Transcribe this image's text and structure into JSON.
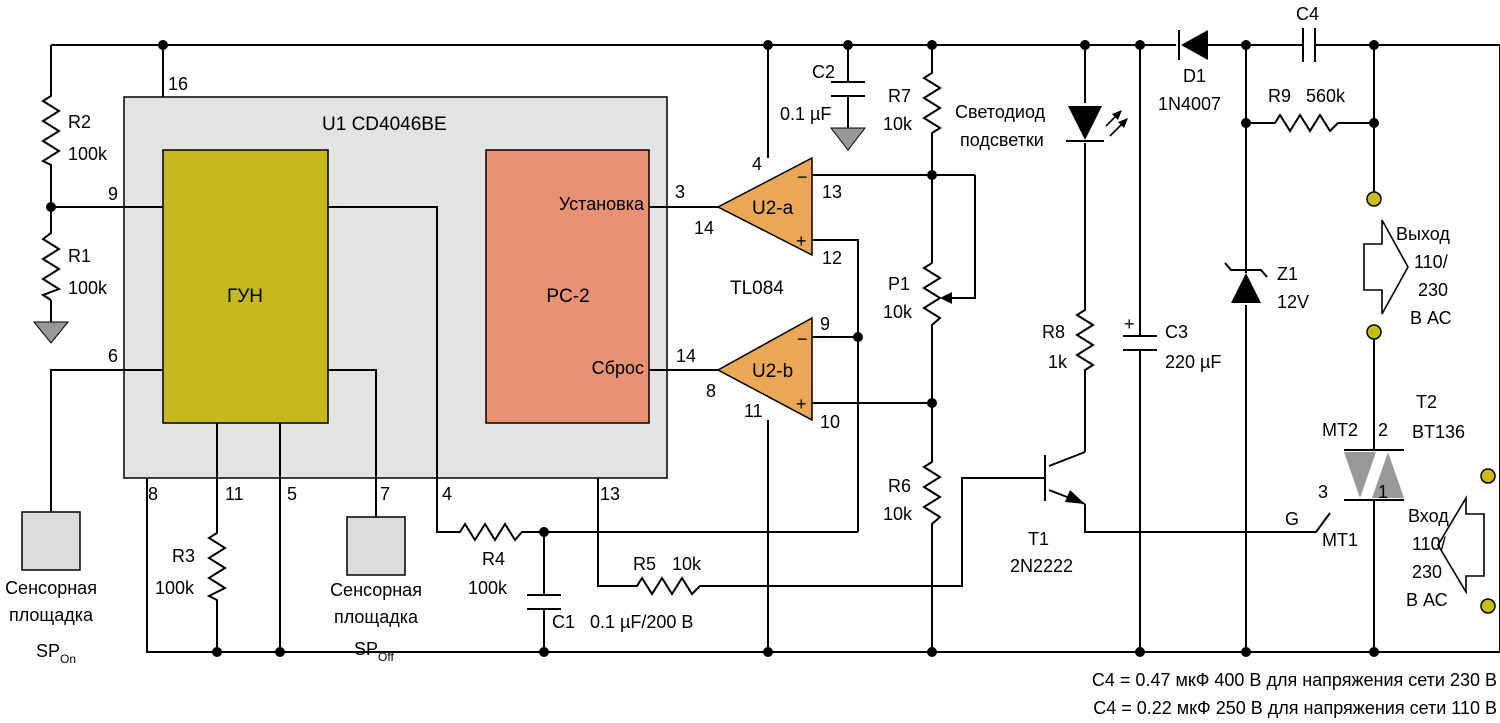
{
  "colors": {
    "ic_body": "#e3e3e3",
    "vco_block": "#c5b91d",
    "pc_block": "#e89274",
    "opamp": "#eaa857",
    "ground": "#999999",
    "terminal": "#c9bd0e",
    "touch_pad": "#dcdcdc"
  },
  "ic": {
    "name": "U1  CD4046BE",
    "vco_label": "ГУН",
    "pc_label": "PC-2",
    "set_label": "Установка",
    "reset_label": "Сброс",
    "pins": {
      "p16": "16",
      "p9": "9",
      "p6": "6",
      "p8": "8",
      "p11": "11",
      "p5": "5",
      "p7": "7",
      "p4": "4",
      "p13": "13",
      "p3": "3",
      "p14": "14"
    }
  },
  "opamps": {
    "part": "TL084",
    "a": {
      "name": "U2-a",
      "minus": "−",
      "plus": "+",
      "pin_v": "4",
      "pin_minus": "13",
      "pin_plus": "12",
      "pin_out": "14"
    },
    "b": {
      "name": "U2-b",
      "minus": "−",
      "plus": "+",
      "pin_minus": "9",
      "pin_plus": "10",
      "pin_out": "8",
      "pin_v": "11"
    }
  },
  "components": {
    "R1": {
      "ref": "R1",
      "value": "100k"
    },
    "R2": {
      "ref": "R2",
      "value": "100k"
    },
    "R3": {
      "ref": "R3",
      "value": "100k"
    },
    "R4": {
      "ref": "R4",
      "value": "100k"
    },
    "R5": {
      "ref": "R5",
      "value": "10k"
    },
    "R6": {
      "ref": "R6",
      "value": "10k"
    },
    "R7": {
      "ref": "R7",
      "value": "10k"
    },
    "R8": {
      "ref": "R8",
      "value": "1k"
    },
    "R9": {
      "ref": "R9",
      "value": "560k"
    },
    "P1": {
      "ref": "P1",
      "value": "10k"
    },
    "C1": {
      "ref": "C1",
      "value": "0.1 µF/200 В"
    },
    "C2": {
      "ref": "C2",
      "value": "0.1 µF"
    },
    "C3": {
      "ref": "C3",
      "value": "220 µF",
      "polarity": "+"
    },
    "C4": {
      "ref": "C4"
    },
    "D1": {
      "ref": "D1",
      "value": "1N4007"
    },
    "Z1": {
      "ref": "Z1",
      "value": "12V"
    },
    "T1": {
      "ref": "T1",
      "value": "2N2222"
    },
    "T2": {
      "ref": "T2",
      "value": "BT136",
      "mt2": "MT2",
      "mt1": "MT1",
      "gate": "G",
      "pin2": "2",
      "pin3": "3",
      "pin1": "1"
    }
  },
  "led_label": {
    "line1": "Светодиод",
    "line2": "подсветки"
  },
  "pads": {
    "on": {
      "line1": "Сенсорная",
      "line2": "площадка",
      "base": "SP",
      "sub": "On"
    },
    "off": {
      "line1": "Сенсорная",
      "line2": "площадка",
      "base": "SP",
      "sub": "Off"
    }
  },
  "output": {
    "line1": "Выход",
    "line2": "110/",
    "line3": "230",
    "line4": "В АС"
  },
  "input": {
    "line1": "Вход",
    "line2": "110/",
    "line3": "230",
    "line4": "В АС"
  },
  "notes": [
    "C4 = 0.47 мкФ 400 В для напряжения сети 230 В",
    "C4 = 0.22 мкФ 250 В для напряжения сети 110 В"
  ]
}
